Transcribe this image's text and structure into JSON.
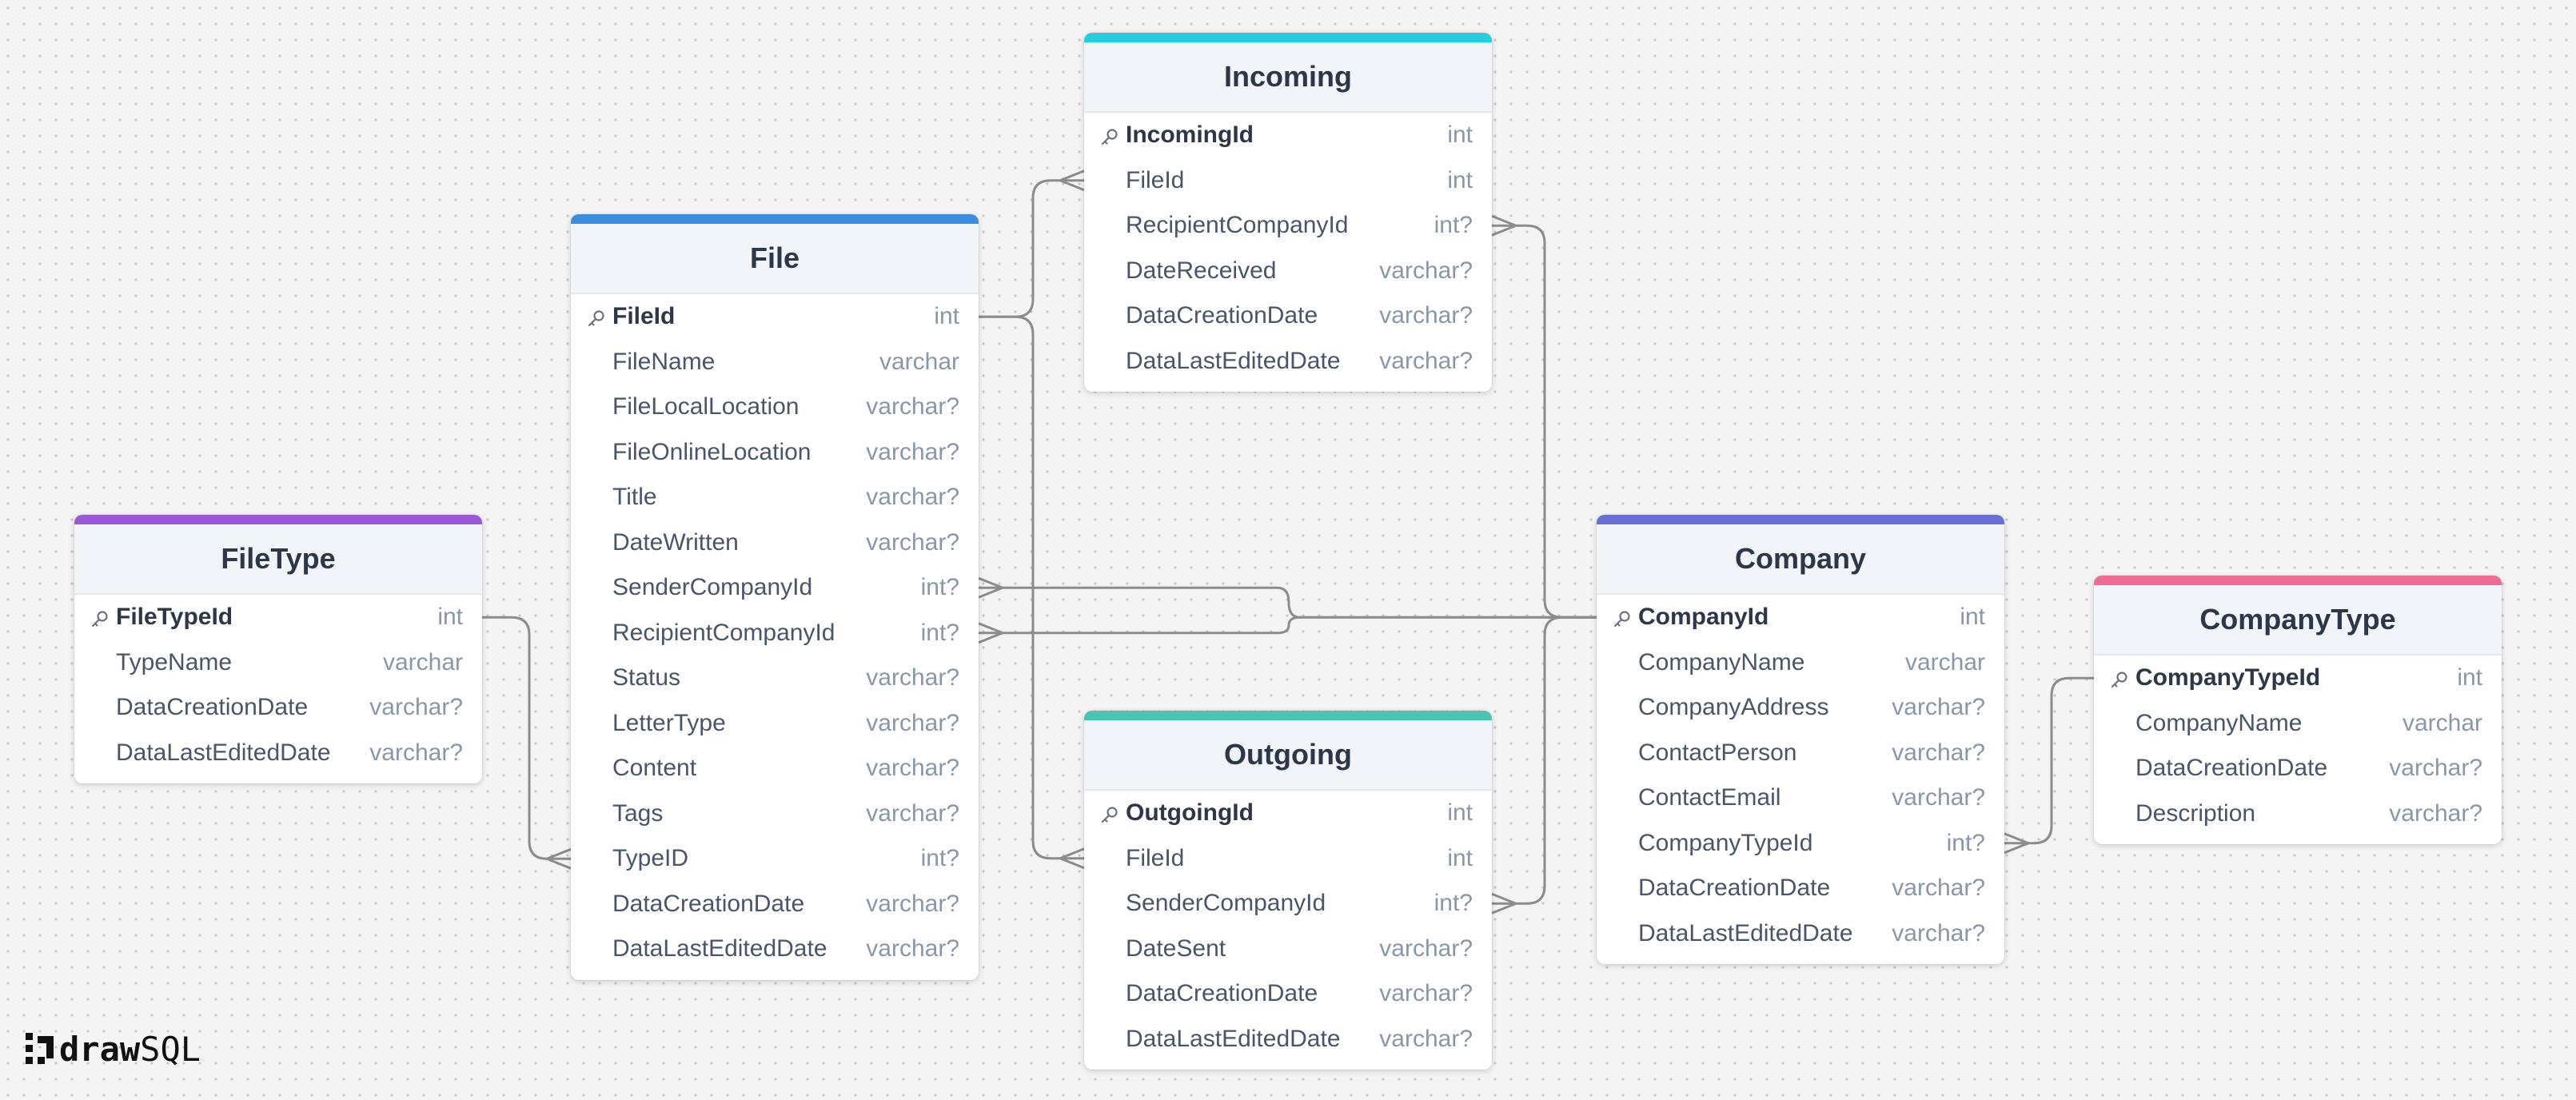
{
  "colors": {
    "canvas": "#f4f4f4",
    "connector": "#8c8c8c",
    "header_bg": "#f1f4f8",
    "column_text": "#4a5568",
    "type_text": "#8a97a8"
  },
  "tables": [
    {
      "id": "filetype",
      "name": "FileType",
      "accent": "#9b59d9",
      "columns": [
        {
          "name": "FileTypeId",
          "type": "int",
          "pk": true
        },
        {
          "name": "TypeName",
          "type": "varchar"
        },
        {
          "name": "DataCreationDate",
          "type": "varchar?"
        },
        {
          "name": "DataLastEditedDate",
          "type": "varchar?"
        }
      ]
    },
    {
      "id": "file",
      "name": "File",
      "accent": "#3b8de0",
      "columns": [
        {
          "name": "FileId",
          "type": "int",
          "pk": true
        },
        {
          "name": "FileName",
          "type": "varchar"
        },
        {
          "name": "FileLocalLocation",
          "type": "varchar?"
        },
        {
          "name": "FileOnlineLocation",
          "type": "varchar?"
        },
        {
          "name": "Title",
          "type": "varchar?"
        },
        {
          "name": "DateWritten",
          "type": "varchar?"
        },
        {
          "name": "SenderCompanyId",
          "type": "int?"
        },
        {
          "name": "RecipientCompanyId",
          "type": "int?"
        },
        {
          "name": "Status",
          "type": "varchar?"
        },
        {
          "name": "LetterType",
          "type": "varchar?"
        },
        {
          "name": "Content",
          "type": "varchar?"
        },
        {
          "name": "Tags",
          "type": "varchar?"
        },
        {
          "name": "TypeID",
          "type": "int?"
        },
        {
          "name": "DataCreationDate",
          "type": "varchar?"
        },
        {
          "name": "DataLastEditedDate",
          "type": "varchar?"
        }
      ]
    },
    {
      "id": "incoming",
      "name": "Incoming",
      "accent": "#25cde0",
      "columns": [
        {
          "name": "IncomingId",
          "type": "int",
          "pk": true
        },
        {
          "name": "FileId",
          "type": "int"
        },
        {
          "name": "RecipientCompanyId",
          "type": "int?"
        },
        {
          "name": "DateReceived",
          "type": "varchar?"
        },
        {
          "name": "DataCreationDate",
          "type": "varchar?"
        },
        {
          "name": "DataLastEditedDate",
          "type": "varchar?"
        }
      ]
    },
    {
      "id": "outgoing",
      "name": "Outgoing",
      "accent": "#4cc4b4",
      "columns": [
        {
          "name": "OutgoingId",
          "type": "int",
          "pk": true
        },
        {
          "name": "FileId",
          "type": "int"
        },
        {
          "name": "SenderCompanyId",
          "type": "int?"
        },
        {
          "name": "DateSent",
          "type": "varchar?"
        },
        {
          "name": "DataCreationDate",
          "type": "varchar?"
        },
        {
          "name": "DataLastEditedDate",
          "type": "varchar?"
        }
      ]
    },
    {
      "id": "company",
      "name": "Company",
      "accent": "#6a6fd4",
      "columns": [
        {
          "name": "CompanyId",
          "type": "int",
          "pk": true
        },
        {
          "name": "CompanyName",
          "type": "varchar"
        },
        {
          "name": "CompanyAddress",
          "type": "varchar?"
        },
        {
          "name": "ContactPerson",
          "type": "varchar?"
        },
        {
          "name": "ContactEmail",
          "type": "varchar?"
        },
        {
          "name": "CompanyTypeId",
          "type": "int?"
        },
        {
          "name": "DataCreationDate",
          "type": "varchar?"
        },
        {
          "name": "DataLastEditedDate",
          "type": "varchar?"
        }
      ]
    },
    {
      "id": "companytype",
      "name": "CompanyType",
      "accent": "#f06c94",
      "columns": [
        {
          "name": "CompanyTypeId",
          "type": "int",
          "pk": true
        },
        {
          "name": "CompanyName",
          "type": "varchar"
        },
        {
          "name": "DataCreationDate",
          "type": "varchar?"
        },
        {
          "name": "Description",
          "type": "varchar?"
        }
      ]
    }
  ],
  "relations": [
    {
      "from": "filetype.FileTypeId",
      "to": "file.TypeID",
      "cardinality": "one-to-many"
    },
    {
      "from": "file.FileId",
      "to": "incoming.FileId",
      "cardinality": "one-to-many"
    },
    {
      "from": "file.FileId",
      "to": "outgoing.FileId",
      "cardinality": "one-to-many"
    },
    {
      "from": "company.CompanyId",
      "to": "file.SenderCompanyId",
      "cardinality": "one-to-many"
    },
    {
      "from": "company.CompanyId",
      "to": "file.RecipientCompanyId",
      "cardinality": "one-to-many"
    },
    {
      "from": "company.CompanyId",
      "to": "incoming.RecipientCompanyId",
      "cardinality": "one-to-many"
    },
    {
      "from": "company.CompanyId",
      "to": "outgoing.SenderCompanyId",
      "cardinality": "one-to-many"
    },
    {
      "from": "companytype.CompanyTypeId",
      "to": "company.CompanyTypeId",
      "cardinality": "one-to-many"
    }
  ],
  "logo": {
    "bold_part": "draw",
    "light_part": "SQL"
  }
}
